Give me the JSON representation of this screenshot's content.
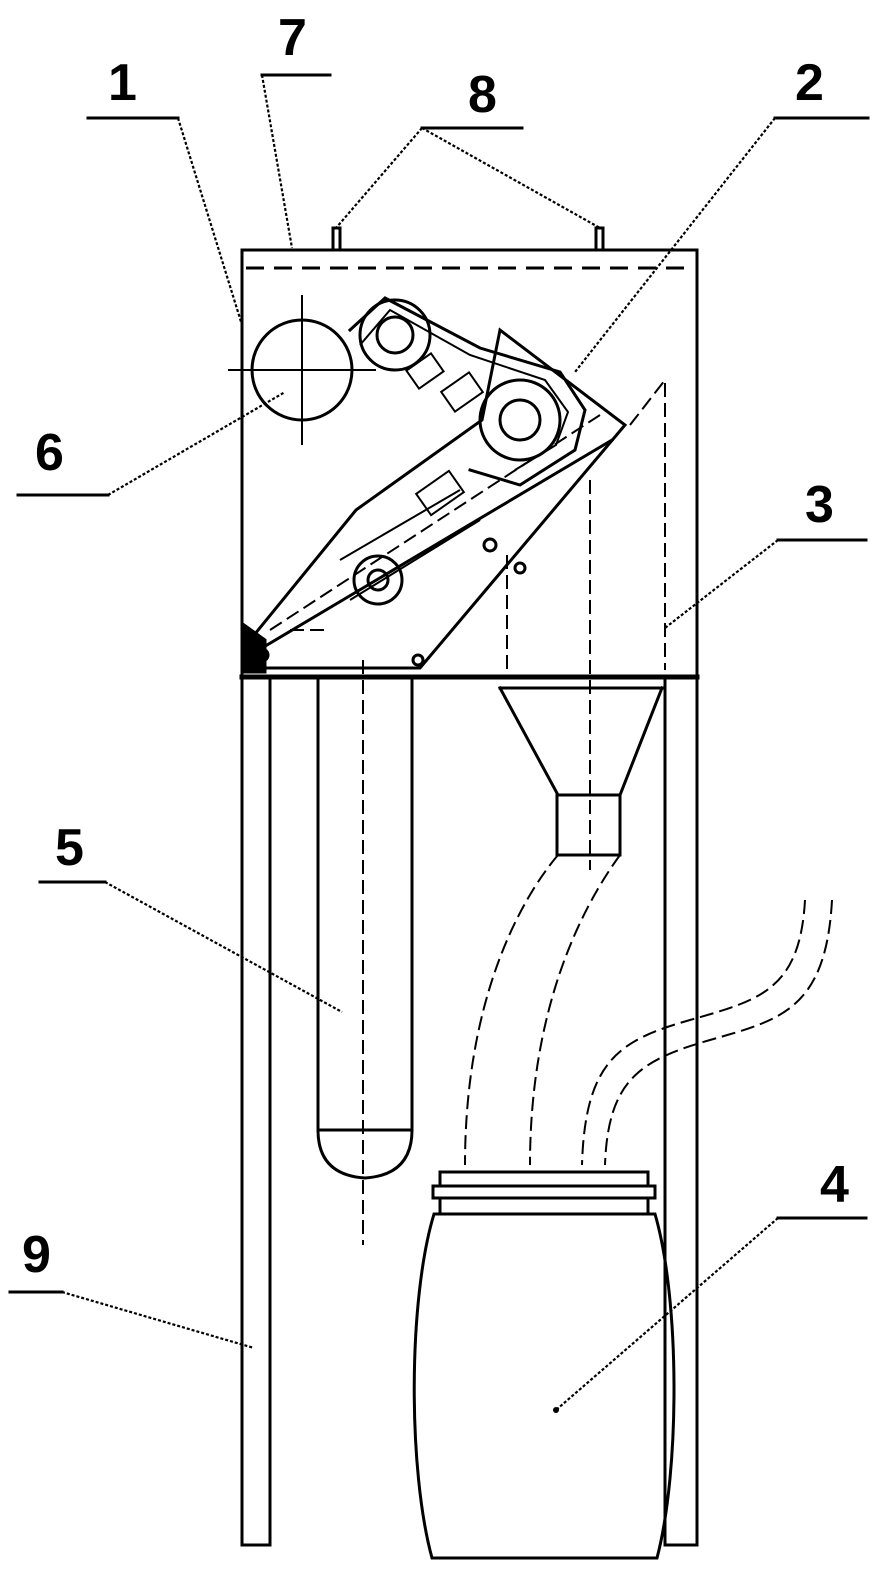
{
  "labels": {
    "n1": "1",
    "n2": "2",
    "n3": "3",
    "n4": "4",
    "n5": "5",
    "n6": "6",
    "n7": "7",
    "n8": "8",
    "n9": "9"
  },
  "colors": {
    "line": "#000000",
    "background": "#ffffff"
  }
}
